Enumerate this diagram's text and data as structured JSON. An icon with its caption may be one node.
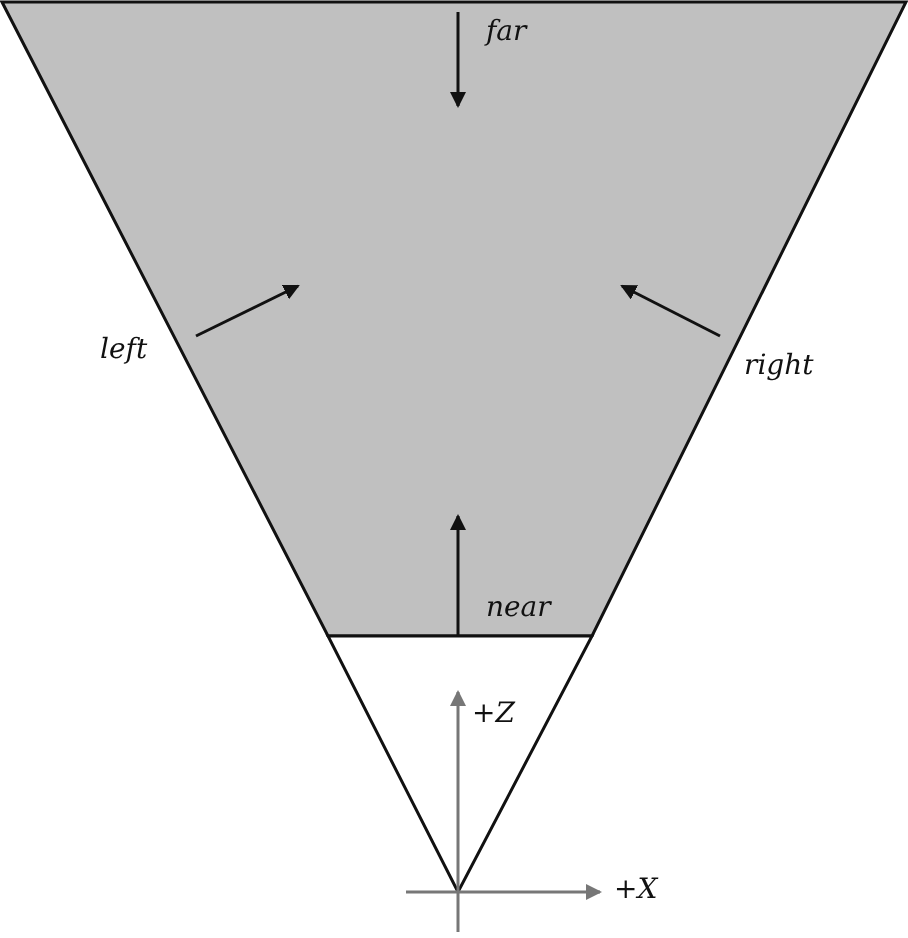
{
  "diagram": {
    "labels": [
      "far",
      "left",
      "right",
      "near",
      "+Z",
      "+X"
    ]
  }
}
